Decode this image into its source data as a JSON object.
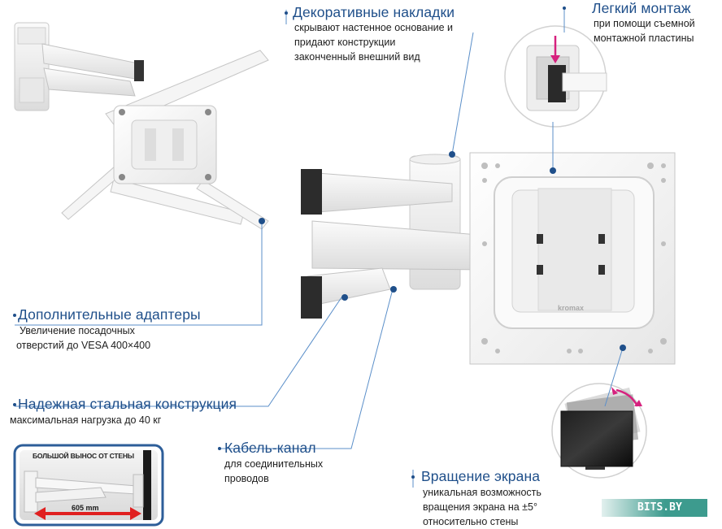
{
  "callouts": {
    "decorative": {
      "title": "Декоративные накладки",
      "lines": [
        "скрывают настенное основание и",
        "придают конструкции",
        "законченный внешний вид"
      ]
    },
    "easy_mount": {
      "title": "Легкий монтаж",
      "lines": [
        "при помощи съемной",
        "монтажной пластины"
      ]
    },
    "adapters": {
      "title": "Дополнительные адаптеры",
      "lines": [
        "Увеличение посадочных",
        "отверстий до VESA 400×400"
      ]
    },
    "steel": {
      "title": "Надежная стальная конструкция",
      "lines": [
        "максимальная нагрузка до 40 кг"
      ]
    },
    "cable": {
      "title": "Кабель-канал",
      "lines": [
        "для соединительных",
        "проводов"
      ]
    },
    "rotation": {
      "title": "Вращение экрана",
      "lines": [
        "уникальная возможность",
        "вращения экрана на ±5°",
        "относительно стены"
      ]
    }
  },
  "inset": {
    "header": "БОЛЬШОЙ ВЫНОС ОТ СТЕНЫ",
    "measure": "605 mm"
  },
  "brand_logo": "kromax",
  "watermark": "BITS.BY",
  "colors": {
    "title_blue": "#1f4f8a",
    "leader_blue": "#5b8fc9",
    "dot_blue": "#1f4f8a",
    "arrow_magenta": "#d6217e",
    "arrow_red": "#e02020",
    "watermark_bg": "#3d9b8e"
  }
}
